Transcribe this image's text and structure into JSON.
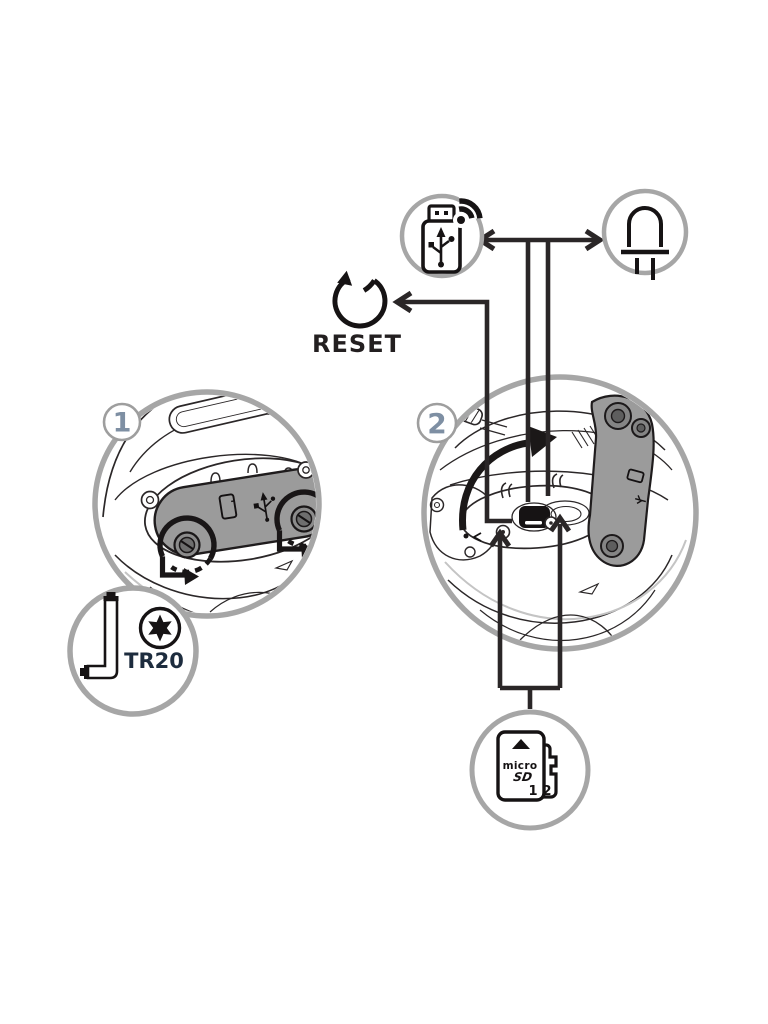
{
  "colors": {
    "ink": "#231f20",
    "callout_gray": "#a6a6a6",
    "panel_gray": "#9b9b9b",
    "step_number": "#7e8fa3",
    "tool_label": "#1d2c3e"
  },
  "steps": [
    {
      "number": "1"
    },
    {
      "number": "2"
    }
  ],
  "reset_label": "RESET",
  "tool_label": "TR20",
  "microsd": {
    "logo_top": "micro",
    "logo_bottom": "SD",
    "card_1": "1",
    "card_2": "2"
  },
  "icons": [
    "usb-wifi-dongle-icon",
    "led-indicator-icon",
    "reset-rotate-icon",
    "torx-wrench-icon",
    "torx-tr20-bit-icon",
    "microsd-cards-icon",
    "screw-rotation-arrow-icon",
    "panel-swing-arrow-icon"
  ]
}
